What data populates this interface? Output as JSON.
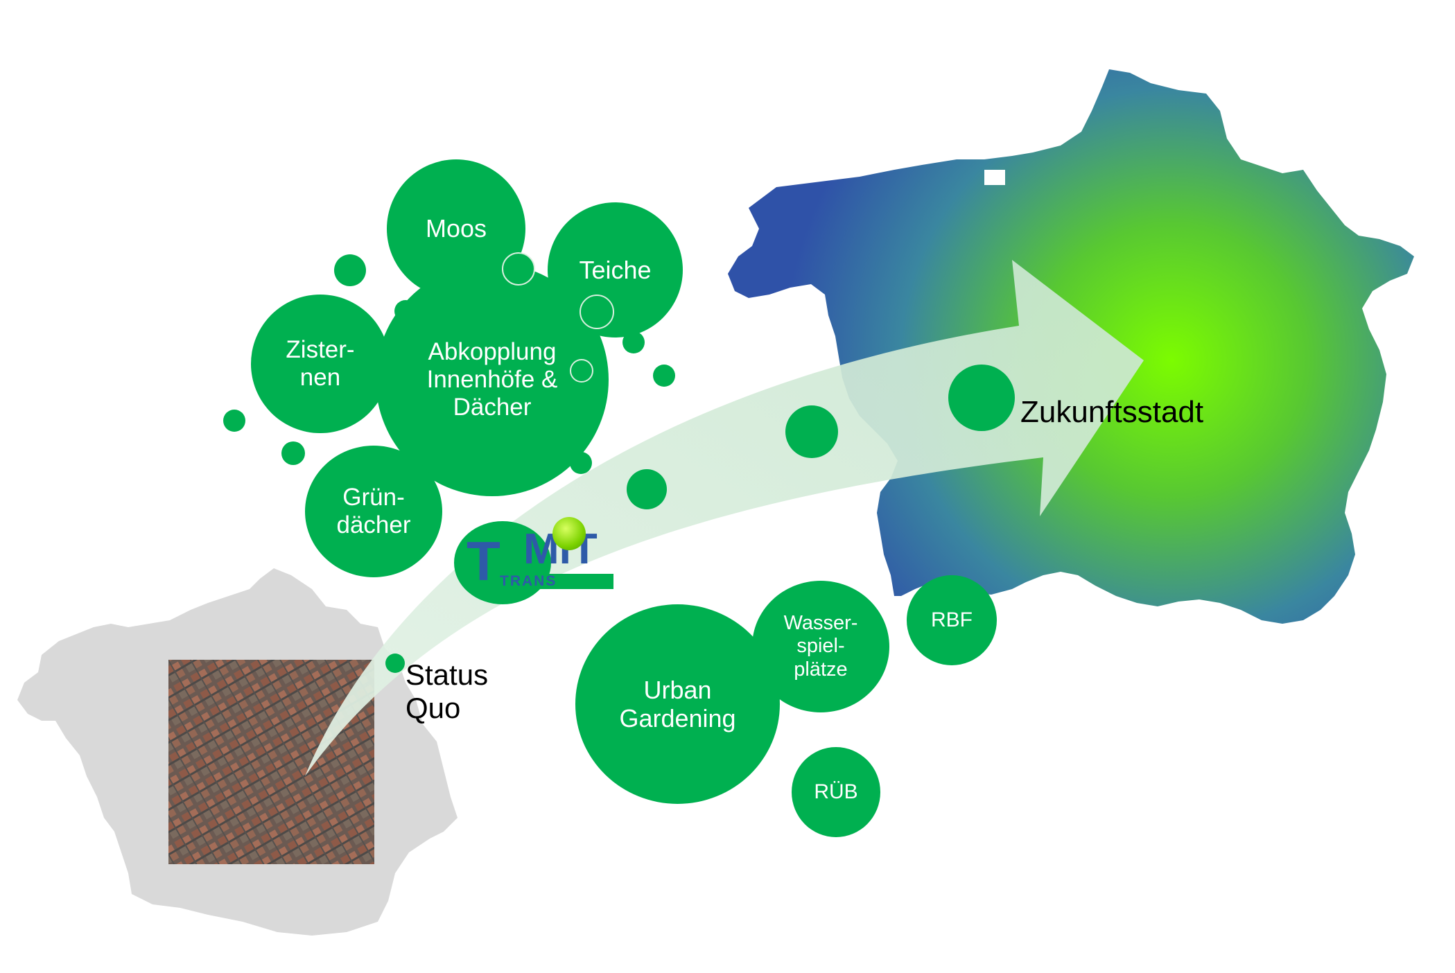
{
  "colors": {
    "bubble": "#00b050",
    "bubble_text": "#ffffff",
    "arrow": "#cfe8d4",
    "city_grey": "#d9d9d9",
    "future_center": "#7cfc00",
    "future_edge": "#2f5aa8"
  },
  "bubbles": {
    "moos": "Moos",
    "teiche": "Teiche",
    "zisternen": "Zister-\nnen",
    "abkopplung": "Abkopplung\nInnenhöfe &\nDächer",
    "gruendaecher": "Grün-\ndächer",
    "urban_gardening": "Urban\nGardening",
    "wasserspielplaetze": "Wasser-\nspiel-\nplätze",
    "rbf": "RBF",
    "rueb": "RÜB"
  },
  "labels": {
    "status_quo": "Status\nQuo",
    "zukunftsstadt": "Zukunftsstadt"
  },
  "logo": {
    "letter_t": "T",
    "mit": "MIT",
    "trans": "TRANS"
  },
  "icons": {
    "aerial_photo": "aerial-photo",
    "city_outline_grey": "city-outline",
    "city_outline_future": "city-outline-gradient"
  }
}
